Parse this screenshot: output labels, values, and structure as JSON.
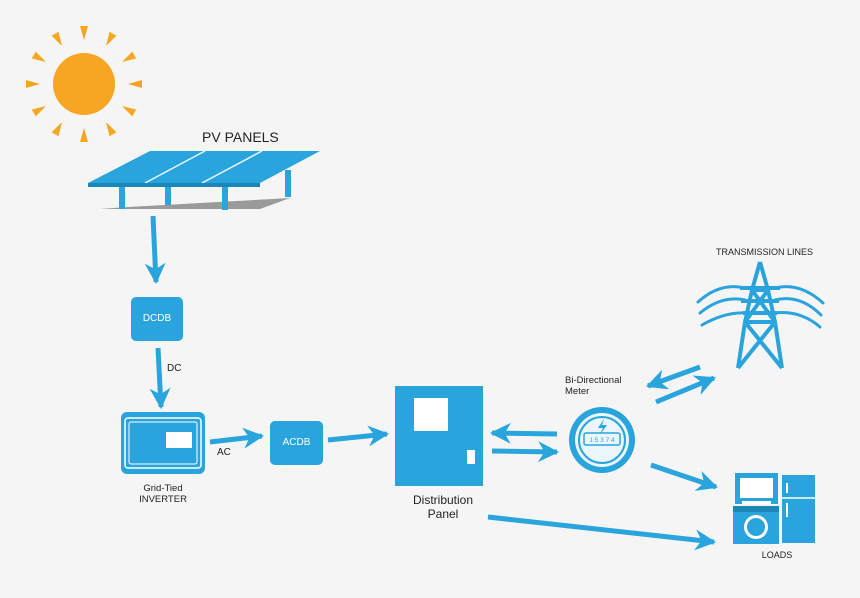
{
  "colors": {
    "accent": "#2aa4dc",
    "sun": "#f6a623",
    "background": "#f5f5f6",
    "text": "#222222",
    "shadow": "#9a9a9a"
  },
  "labels": {
    "pv_panels": "PV PANELS",
    "dcdb": "DCDB",
    "dc": "DC",
    "inverter_line1": "Grid-Tied",
    "inverter_line2": "INVERTER",
    "ac": "AC",
    "acdb": "ACDB",
    "distribution_line1": "Distribution",
    "distribution_line2": "Panel",
    "meter_line1": "Bi-Directional",
    "meter_line2": "Meter",
    "meter_digits": "1 5 3 7 4",
    "transmission": "TRANSMISSION LINES",
    "loads": "LOADS"
  },
  "icons": [
    "sun-icon",
    "solar-panel-icon",
    "inverter-icon",
    "distribution-panel-icon",
    "meter-icon",
    "transmission-tower-icon",
    "tv-icon",
    "washing-machine-icon",
    "refrigerator-icon"
  ]
}
